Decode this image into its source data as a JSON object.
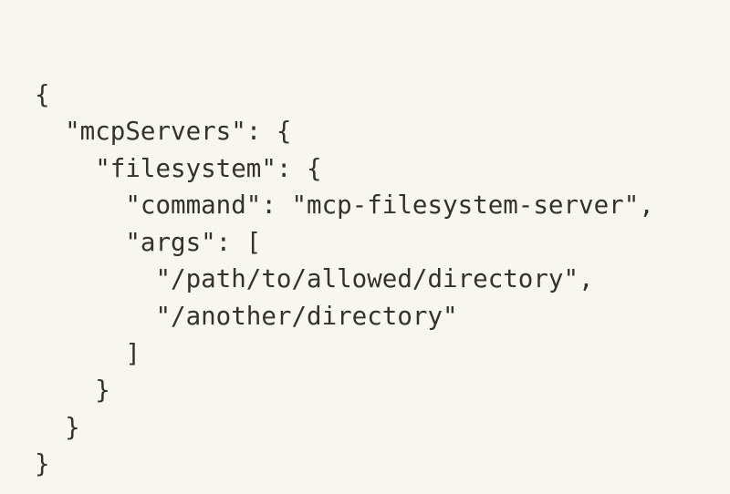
{
  "document": {
    "kind": "json-code-snippet",
    "background_color": "#f7f6f1",
    "text_color": "#35322e",
    "language": "json"
  },
  "code": {
    "lines": [
      "{",
      "  \"mcpServers\": {",
      "    \"filesystem\": {",
      "      \"command\": \"mcp-filesystem-server\",",
      "      \"args\": [",
      "        \"/path/to/allowed/directory\",",
      "        \"/another/directory\"",
      "      ]",
      "    }",
      "  }",
      "}"
    ],
    "line_count": 11
  },
  "config_values": {
    "root_key": "mcpServers",
    "server_name": "filesystem",
    "command": "mcp-filesystem-server",
    "args": [
      "/path/to/allowed/directory",
      "/another/directory"
    ]
  }
}
